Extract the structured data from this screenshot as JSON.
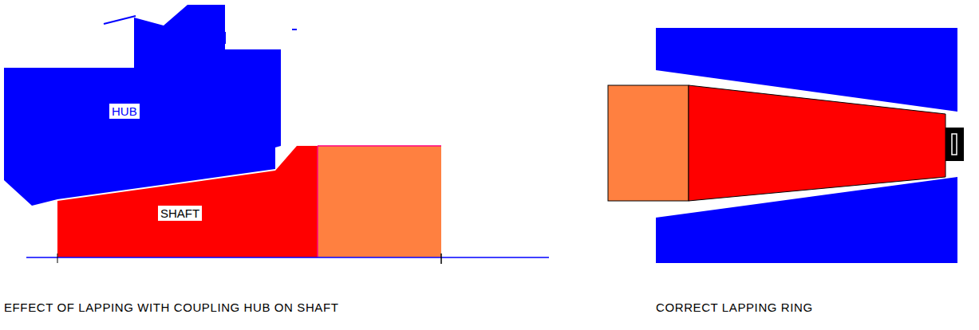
{
  "diagram": {
    "labels": [
      "HUB",
      "SHAFT",
      "EFFECT OF LAPPING WITH COUPLING HUB ON SHAFT",
      "CORRECT LAPPING RING"
    ]
  }
}
